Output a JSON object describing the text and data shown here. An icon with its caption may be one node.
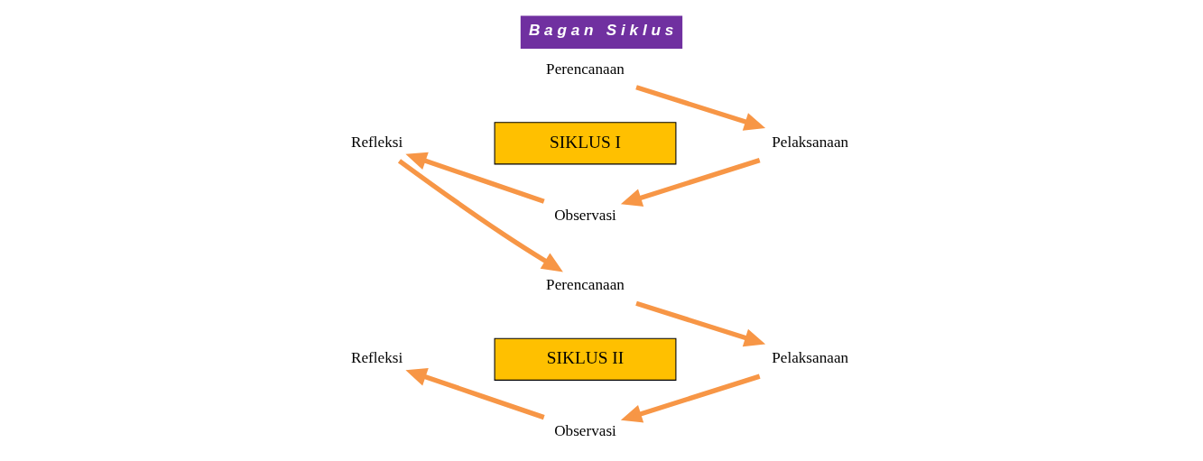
{
  "diagram": {
    "title": "B a g a n   S i k l u s",
    "nodes": [
      {
        "text": [
          "Perencanaan"
        ]
      },
      {
        "text": [
          "SIKLUS I"
        ]
      },
      {
        "text": [
          "Refleksi"
        ]
      },
      {
        "text": [
          "Pelaksanaan"
        ]
      },
      {
        "text": [
          "Observasi"
        ]
      },
      {
        "text": [
          "Perencanaan"
        ]
      },
      {
        "text": [
          "SIKLUS II"
        ]
      },
      {
        "text": [
          "Refleksi"
        ]
      },
      {
        "text": [
          "Pelaksanaan"
        ]
      },
      {
        "text": [
          "Observasi"
        ]
      }
    ],
    "edges": [
      {
        "from": 0,
        "to": 3,
        "arrow": "to"
      },
      {
        "from": 3,
        "to": 4,
        "arrow": "to"
      },
      {
        "from": 4,
        "to": 2,
        "arrow": "to"
      },
      {
        "from": 2,
        "to": 5,
        "arrow": "to"
      },
      {
        "from": 5,
        "to": 8,
        "arrow": "to"
      },
      {
        "from": 8,
        "to": 9,
        "arrow": "to"
      },
      {
        "from": 9,
        "to": 7,
        "arrow": "to"
      }
    ]
  }
}
